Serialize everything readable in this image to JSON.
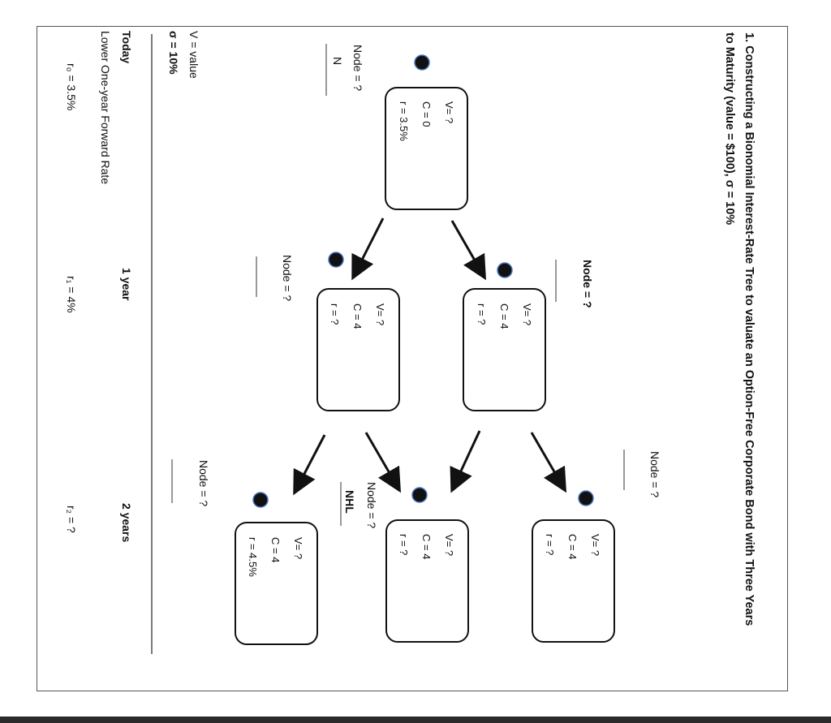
{
  "title": {
    "line1": "1. Constructing a Bionomial Interest-Rate Tree to valuate an Option-Free Corporate Bond with Three Years",
    "line2": "to Maturity (value = $100),   σ   = 10%"
  },
  "legend": {
    "value_label": "V = value",
    "sigma_label": "σ  = 10%"
  },
  "timeline": {
    "today": "Today",
    "year1": "1 year",
    "year2": "2 years",
    "rate_label": "Lower One-year Forward Rate"
  },
  "rates": {
    "r0": "r₀ = 3.5%",
    "r1": "r₁ = 4%",
    "r2": "r₂ = ?"
  },
  "nodes": {
    "root": {
      "node_label": "Node = ?",
      "sub_label": "N",
      "v": "V= ?",
      "c": "C = 0",
      "r": "r = 3.5%"
    },
    "y1_upper": {
      "node_label": "Node = ?",
      "v": "V= ?",
      "c": "C = 4",
      "r": "r = ?"
    },
    "y1_lower": {
      "node_label": "Node = ?",
      "v": "V= ?",
      "c": "C = 4",
      "r": "r = ?"
    },
    "y2_upper": {
      "node_label": "Node = ?",
      "v": "V= ?",
      "c": "C = 4",
      "r": "r = ?"
    },
    "y2_middle": {
      "node_label": "Node = ?",
      "sub_label": "NHL",
      "v": "V= ?",
      "c": "C = 4",
      "r": "r = ?"
    },
    "y2_lower": {
      "node_label": "Node = ?",
      "v": "V= ?",
      "c": "C = 4",
      "r": "r = 4.5%"
    }
  },
  "colors": {
    "border": "#111111",
    "underline": "#3b5bd6",
    "spellcheck": "#dd3333"
  }
}
